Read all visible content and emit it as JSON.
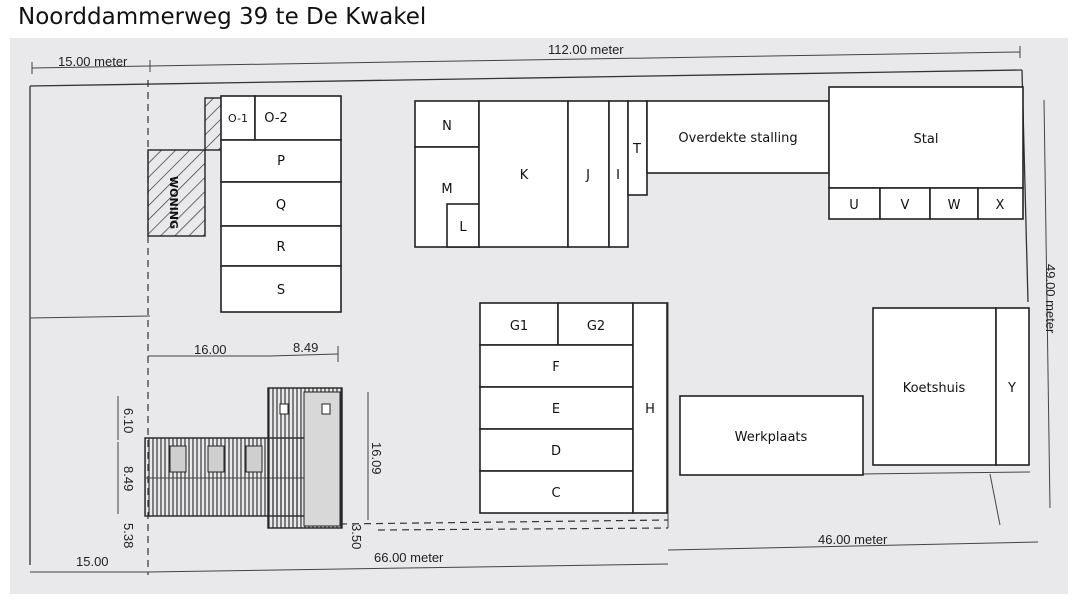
{
  "title": "Noorddammerweg 39 te De Kwakel",
  "dimensions": {
    "top_left": "15.00 meter",
    "top_total": "112.00 meter",
    "right": "49.00 meter",
    "mid_16": "16.00",
    "mid_849": "8.49",
    "house_610": "6.10",
    "house_849": "8.49",
    "house_538": "5.38",
    "house_1609": "16.09",
    "house_350": "3.50",
    "bottom_left": "15.00",
    "bottom_66": "66.00 meter",
    "bottom_46": "46.00 meter"
  },
  "house_label": "WONING",
  "units": {
    "o1": "O-1",
    "o2": "O-2",
    "p": "P",
    "q": "Q",
    "r": "R",
    "s": "S",
    "n": "N",
    "m": "M",
    "l": "L",
    "k": "K",
    "j": "J",
    "i": "I",
    "t": "T",
    "overdekte": "Overdekte stalling",
    "stal": "Stal",
    "u": "U",
    "v": "V",
    "w": "W",
    "x": "X",
    "g1": "G1",
    "g2": "G2",
    "f": "F",
    "e": "E",
    "d": "D",
    "c": "C",
    "h": "H",
    "werkplaats": "Werkplaats",
    "koetshuis": "Koetshuis",
    "y": "Y"
  }
}
